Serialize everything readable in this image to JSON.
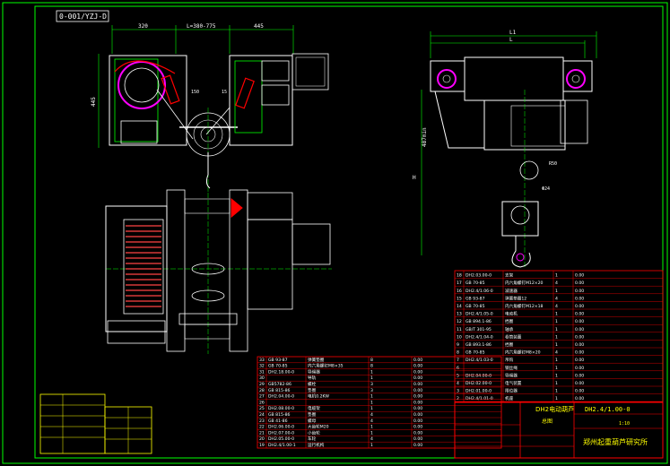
{
  "drawing": {
    "code_box": "0-001/YZJ-D",
    "title_main": "DH2电动葫芦",
    "title_sub": "总图",
    "drawing_number": "DH2.4/1.00-0",
    "institute": "郑州起重葫芦研究所",
    "scale": "1:10"
  },
  "dimensions": {
    "d_left": "320",
    "d_mid": "L=380-775",
    "d_right": "445",
    "d_height": "445",
    "d_lower_a": "150",
    "d_lower_b": "15",
    "d_L1": "L1",
    "d_L": "L",
    "d_H1": "487min",
    "d_H": "H",
    "d_R": "R50",
    "d_phi": "Φ24"
  },
  "right_parts": [
    {
      "no": "18",
      "code": "DH2.03.00-0",
      "name": "支架",
      "qty": "1",
      "w": "0.00"
    },
    {
      "no": "17",
      "code": "GB 70-85",
      "name": "内六角螺钉M12×20",
      "qty": "4",
      "w": "0.00"
    },
    {
      "no": "16",
      "code": "DH2.4/1.06-0",
      "name": "减速器",
      "qty": "1",
      "w": "0.00"
    },
    {
      "no": "15",
      "code": "GB 93-87",
      "name": "弹簧垫圈12",
      "qty": "4",
      "w": "0.00"
    },
    {
      "no": "14",
      "code": "GB 70-85",
      "name": "内六角螺钉M12×18",
      "qty": "4",
      "w": "0.00"
    },
    {
      "no": "13",
      "code": "DH2.4/1.05-0",
      "name": "电动机",
      "qty": "1",
      "w": "0.00"
    },
    {
      "no": "12",
      "code": "GB 894.1-86",
      "name": "挡圈",
      "qty": "1",
      "w": "0.00"
    },
    {
      "no": "11",
      "code": "GB/T 301-95",
      "name": "轴承",
      "qty": "1",
      "w": "0.00"
    },
    {
      "no": "10",
      "code": "DH2.4/1.04-0",
      "name": "卷筒装置",
      "qty": "1",
      "w": "0.00"
    },
    {
      "no": "9",
      "code": "GB 893.1-86",
      "name": "挡圈",
      "qty": "1",
      "w": "0.00"
    },
    {
      "no": "8",
      "code": "GB 70-85",
      "name": "内六角螺钉M8×20",
      "qty": "4",
      "w": "0.00"
    },
    {
      "no": "7",
      "code": "DH2.4/1.03-0",
      "name": "吊钩",
      "qty": "1",
      "w": "0.00"
    },
    {
      "no": "6",
      "code": "",
      "name": "钢丝绳",
      "qty": "1",
      "w": "0.00"
    },
    {
      "no": "5",
      "code": "DH2.04.00-0",
      "name": "导绳器",
      "qty": "1",
      "w": "0.00"
    },
    {
      "no": "4",
      "code": "DH2.02.00-0",
      "name": "电气装置",
      "qty": "1",
      "w": "0.00"
    },
    {
      "no": "3",
      "code": "DH2.01.00-0",
      "name": "限位器",
      "qty": "1",
      "w": "0.00"
    },
    {
      "no": "2",
      "code": "DH2.4/1.01-0",
      "name": "机座",
      "qty": "1",
      "w": "0.00"
    }
  ],
  "mid_parts": [
    {
      "no": "33",
      "code": "GB 93-87",
      "name": "弹簧垫圈",
      "qty": "8",
      "w": "0.00"
    },
    {
      "no": "32",
      "code": "GB 70-85",
      "name": "内六角螺钉M8×35",
      "qty": "8",
      "w": "0.00"
    },
    {
      "no": "31",
      "code": "DH2.18.00-0",
      "name": "导绳器",
      "qty": "1",
      "w": "0.00"
    },
    {
      "no": "30",
      "code": "",
      "name": "导轨",
      "qty": "1",
      "w": "0.00"
    },
    {
      "no": "29",
      "code": "GB5782-86",
      "name": "螺栓",
      "qty": "3",
      "w": "0.00"
    },
    {
      "no": "28",
      "code": "GB 815-86",
      "name": "垫圈",
      "qty": "3",
      "w": "0.00"
    },
    {
      "no": "27",
      "code": "DH2.04.00-0",
      "name": "电机0.2KW",
      "qty": "1",
      "w": "0.00"
    },
    {
      "no": "26",
      "code": "",
      "name": "",
      "qty": "1",
      "w": "0.00"
    },
    {
      "no": "25",
      "code": "DH2.08.00-0",
      "name": "电缆架",
      "qty": "1",
      "w": "0.00"
    },
    {
      "no": "24",
      "code": "GB 815-86",
      "name": "垫圈",
      "qty": "4",
      "w": "0.00"
    },
    {
      "no": "23",
      "code": "GB 41-86",
      "name": "螺母",
      "qty": "4",
      "w": "0.00"
    },
    {
      "no": "22",
      "code": "DH2.06.00-0",
      "name": "大齿轮M20",
      "qty": "1",
      "w": "0.00"
    },
    {
      "no": "21",
      "code": "DH2.07.00-0",
      "name": "小齿轮",
      "qty": "1",
      "w": "0.00"
    },
    {
      "no": "20",
      "code": "DH2.05.00-0",
      "name": "车轮",
      "qty": "4",
      "w": "0.00"
    },
    {
      "no": "19",
      "code": "DH2.4/1.00-1",
      "name": "运行机构",
      "qty": "1",
      "w": "0.00"
    }
  ]
}
